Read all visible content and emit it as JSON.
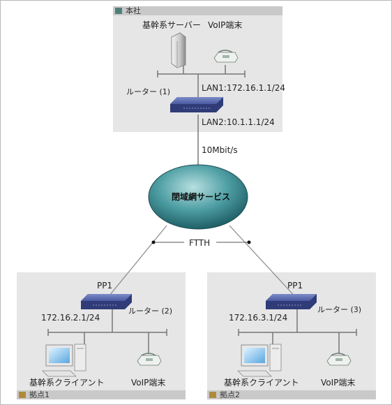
{
  "hq": {
    "tag": "本社",
    "server_label": "基幹系サーバー",
    "voip_label": "VoIP端末",
    "router_label": "ルーター (1)",
    "lan1": "LAN1:172.16.1.1/24",
    "lan2": "LAN2:10.1.1.1/24",
    "bandwidth": "10Mbit/s"
  },
  "cloud": {
    "label": "閉域網サービス"
  },
  "link": {
    "label": "FTTH"
  },
  "branch1": {
    "tag": "拠点1",
    "pp": "PP1",
    "router_label": "ルーター (2)",
    "lan": "172.16.2.1/24",
    "client_label": "基幹系クライアント",
    "voip_label": "VoIP端末"
  },
  "branch2": {
    "tag": "拠点2",
    "pp": "PP1",
    "router_label": "ルーター (3)",
    "lan": "172.16.3.1/24",
    "client_label": "基幹系クライアント",
    "voip_label": "VoIP端末"
  },
  "colors": {
    "hq_tag_marker": "#4f7f78",
    "branch_tag_marker": "#b08a3a",
    "cloud_fill": "#2f7d83",
    "router_fill": "#3a4a8c"
  }
}
